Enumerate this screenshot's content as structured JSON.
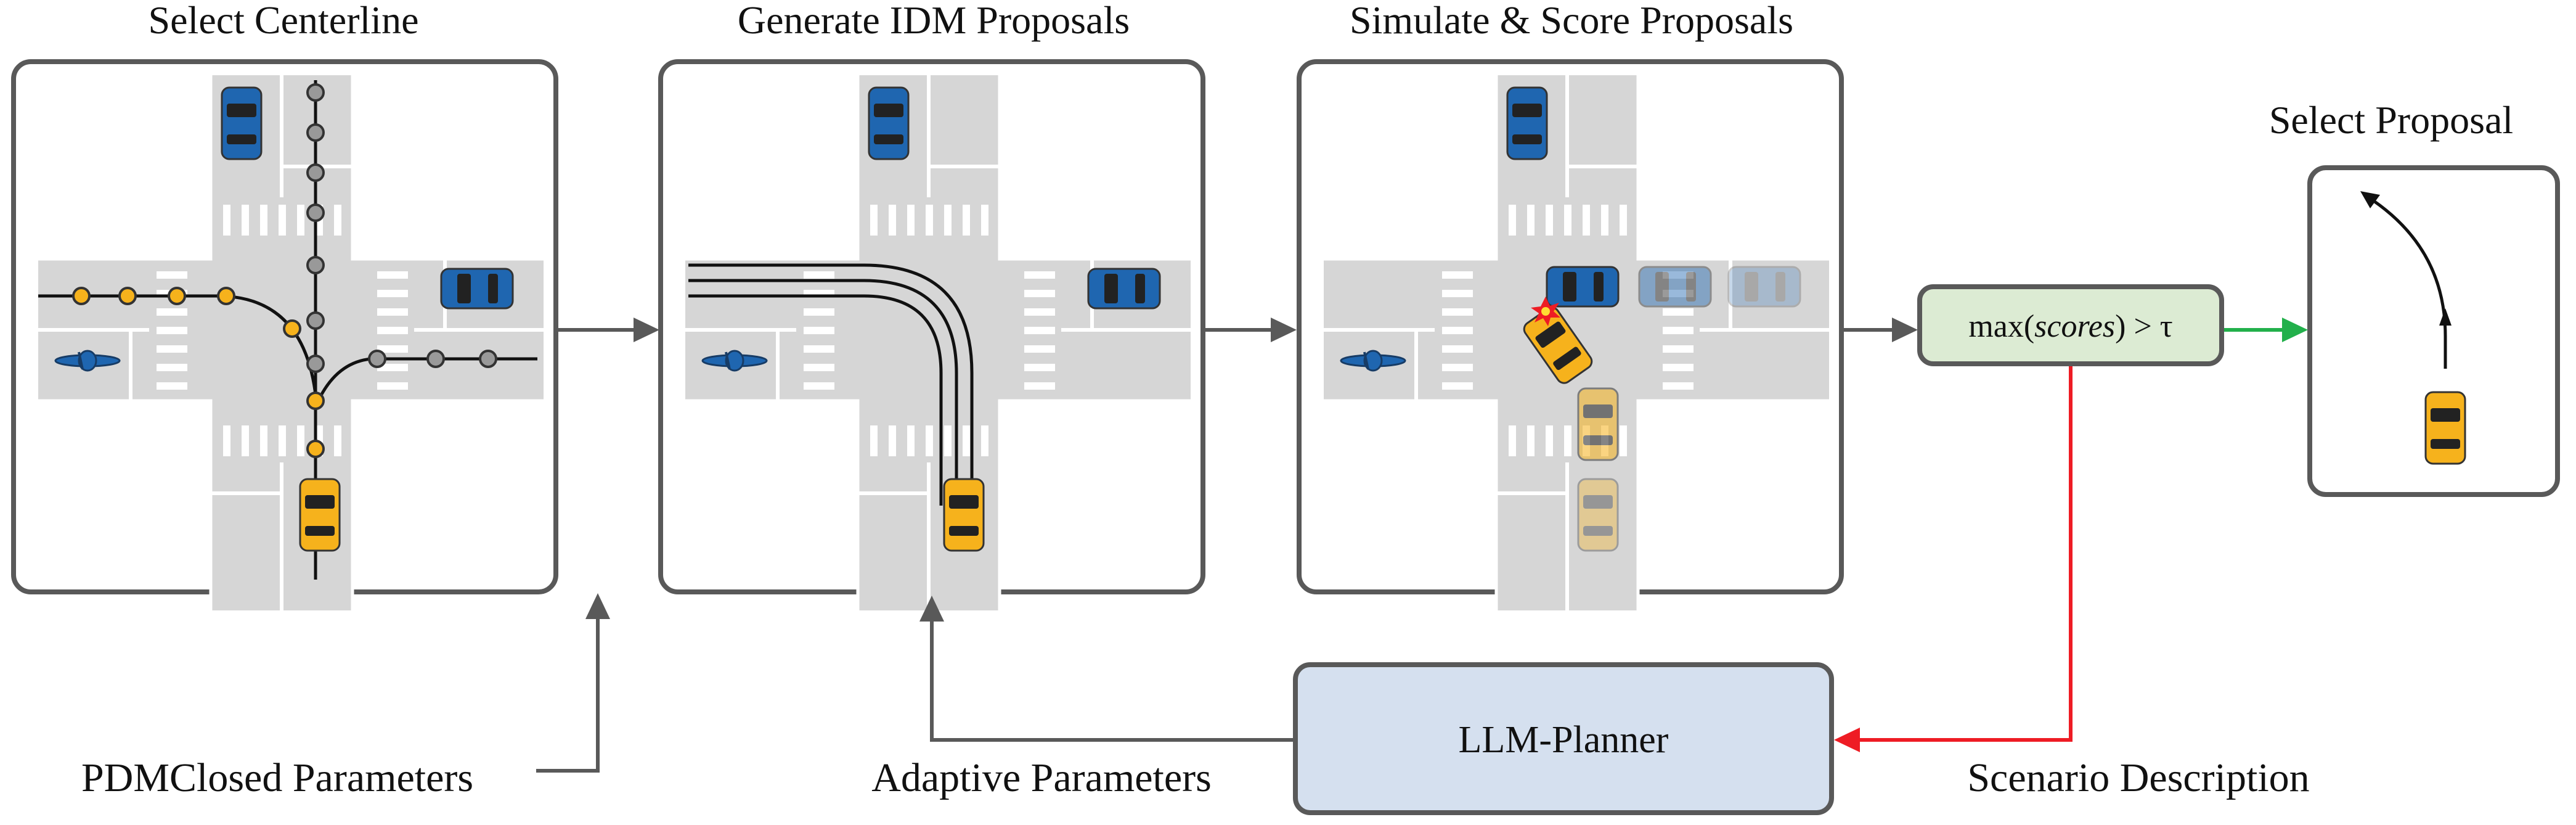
{
  "stages": {
    "select_centerline": "Select Centerline",
    "generate_idm": "Generate IDM Proposals",
    "simulate_score": "Simulate & Score Proposals",
    "select_proposal": "Select Proposal"
  },
  "decision": {
    "prefix": "max(",
    "scores": "scores",
    "suffix": ") > τ"
  },
  "llm_planner": "LLM-Planner",
  "labels": {
    "pdm_params": "PDMClosed Parameters",
    "adaptive_params": "Adaptive Parameters",
    "scenario_description": "Scenario Description"
  },
  "colors": {
    "road": "#d6d6d6",
    "blue_car": "#1f66b0",
    "yellow_car": "#f6b21c",
    "arrow_gray": "#595959",
    "arrow_red": "#ee1c24",
    "arrow_green": "#22b04b",
    "decision_fill": "#dcebd3",
    "llm_fill": "#d5e0ef",
    "panel_border": "#595959"
  }
}
